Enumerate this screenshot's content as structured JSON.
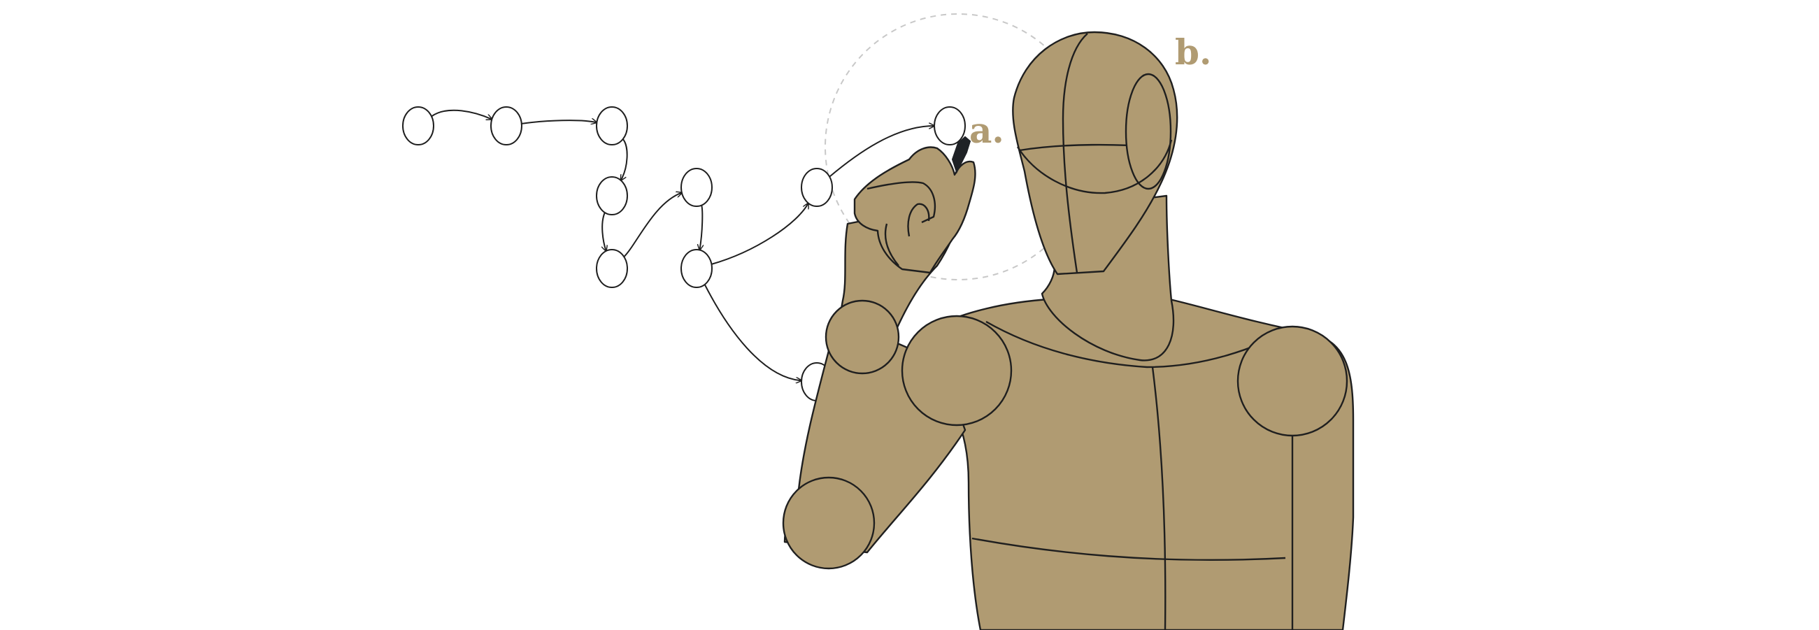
{
  "labels": {
    "a": "a.",
    "b": "b."
  },
  "colors": {
    "figure_fill": "#b09b72",
    "outline": "#1f1f1f",
    "label": "#b09b72",
    "marker": "#1f2226",
    "focus_circle": "#c8c8c8",
    "node_fill": "#ffffff"
  },
  "icons": {
    "figure": "wooden-mannequin-drawing",
    "marker": "marker-pen-icon"
  },
  "graph": {
    "nodes": [
      {
        "id": "n1"
      },
      {
        "id": "n2"
      },
      {
        "id": "n3"
      },
      {
        "id": "n4"
      },
      {
        "id": "n5"
      },
      {
        "id": "n6"
      },
      {
        "id": "n7"
      },
      {
        "id": "n8"
      },
      {
        "id": "n9"
      },
      {
        "id": "n10"
      },
      {
        "id": "n11"
      }
    ],
    "edges": [
      {
        "from": "n1",
        "to": "n2"
      },
      {
        "from": "n2",
        "to": "n3"
      },
      {
        "from": "n3",
        "to": "n4"
      },
      {
        "from": "n4",
        "to": "n5"
      },
      {
        "from": "n5",
        "to": "n6"
      },
      {
        "from": "n6",
        "to": "n7"
      },
      {
        "from": "n7",
        "to": "n8"
      },
      {
        "from": "n8",
        "to": "n9"
      },
      {
        "from": "n7",
        "to": "n10"
      },
      {
        "from": "n9",
        "to": "n11"
      }
    ]
  }
}
